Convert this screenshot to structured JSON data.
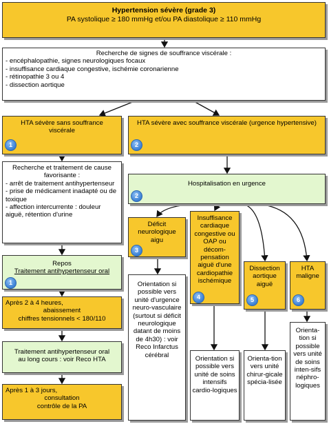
{
  "header": {
    "title": "Hypertension sévère (grade 3)",
    "subtitle": "PA systolique ≥ 180 mmHg et/ou PA diastolique ≥ 110 mmHg"
  },
  "search_box": {
    "title": "Recherche de signes de souffrance viscérale :",
    "items": [
      "- encéphalopathie, signes neurologiques focaux",
      "- insuffisance cardiaque congestive, ischémie coronarienne",
      "- rétinopathie 3 ou 4",
      "- dissection aortique"
    ]
  },
  "left_branch": {
    "title": "HTA sévère sans souffrance viscérale",
    "badge": "1"
  },
  "right_branch": {
    "title": "HTA sévère avec souffrance viscérale (urgence hypertensive)",
    "badge": "2"
  },
  "cause_box": {
    "title": "Recherche et traitement de cause favorisante :",
    "items": [
      "- arrêt de traitement antihypertenseur",
      "- prise de médicament inadapté ou de toxique",
      "- affection intercurrente : douleur aiguë, rétention d'urine"
    ]
  },
  "repos_box": {
    "line1": "Repos",
    "line2": "Traitement antihypertenseur oral",
    "badge": "1"
  },
  "after_hours_box": {
    "line1": "Après 2 à 4 heures,",
    "line2": "abaissement",
    "line3": "chiffres tensionnels < 180/110"
  },
  "long_course_box": {
    "line1": "Traitement antihypertenseur oral",
    "line2": "au long cours : voir Reco HTA"
  },
  "after_days_box": {
    "line1": "Après 1 à 3 jours,",
    "line2": "consultation",
    "line3": "contrôle de la PA"
  },
  "hospital_box": {
    "title": "Hospitalisation en urgence",
    "badge": "2"
  },
  "sub_cards": [
    {
      "title": "Déficit neurologique aigu",
      "badge": "3",
      "orientation": "Orientation si possible vers unité d'urgence neuro-vasculaire (surtout si déficit neurologique datant de moins de 4h30) : voir Reco Infarctus cérébral"
    },
    {
      "title": "Insuffisance cardiaque congestive ou OAP ou décom-pensation aiguë d'une cardiopathie ischémique",
      "badge": "4",
      "orientation": "Orientation si possible vers unité de soins intensifs cardio-logiques"
    },
    {
      "title": "Dissection aortique aiguë",
      "badge": "5",
      "orientation": "Orienta-tion vers unité chirur-gicale spécia-lisée"
    },
    {
      "title": "HTA maligne",
      "badge": "6",
      "orientation": "Orienta-tion si possible vers unité de soins inten-sifs néphro-logiques"
    }
  ],
  "colors": {
    "orange": "#f7c72c",
    "green": "#e3f7cf",
    "badge_blue": "#3a7fd4"
  }
}
